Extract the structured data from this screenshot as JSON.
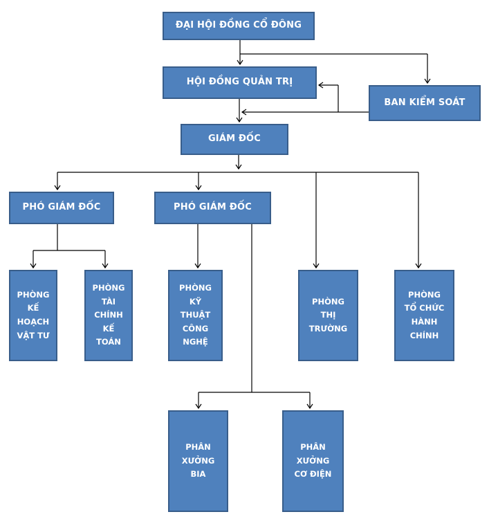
{
  "diagram": {
    "type": "org-chart",
    "language": "vi",
    "colors": {
      "node_fill": "#4f81bd",
      "node_border": "#385d8a",
      "node_text": "#ffffff",
      "connector": "#000000",
      "background": "#ffffff"
    },
    "nodes": {
      "dai_hoi_dong_co_dong": {
        "label": "ĐẠI HỘI ĐỒNG CỔ ĐÔNG"
      },
      "hoi_dong_quan_tri": {
        "label": "HỘI ĐỒNG QUẢN TRỊ"
      },
      "ban_kiem_soat": {
        "label": "BAN KIỂM SOÁT"
      },
      "giam_doc": {
        "label": "GIÁM ĐỐC"
      },
      "pho_giam_doc_1": {
        "label": "PHÓ GIÁM ĐỐC"
      },
      "pho_giam_doc_2": {
        "label": "PHÓ GIÁM ĐỐC"
      },
      "phong_ke_hoach_vat_tu": {
        "label": "PHÒNG\nKẾ\nHOẠCH\nVẬT TƯ"
      },
      "phong_tai_chinh_ke_toan": {
        "label": "PHÒNG\nTÀI\nCHÍNH\nKẾ\nTOÁN"
      },
      "phong_ky_thuat_cong_nghe": {
        "label": "PHÒNG\nKỸ\nTHUẬT\nCÔNG\nNGHỆ"
      },
      "phong_thi_truong": {
        "label": "PHÒNG\nTHỊ\nTRƯỜNG"
      },
      "phong_to_chuc_hanh_chinh": {
        "label": "PHÒNG\nTỔ CHỨC\nHÀNH\nCHÍNH"
      },
      "phan_xuong_bia": {
        "label": "PHÂN\nXƯỞNG\nBIA"
      },
      "phan_xuong_co_dien": {
        "label": "PHÂN\nXƯỞNG\nCƠ ĐIỆN"
      }
    },
    "edges": [
      {
        "from": "dai_hoi_dong_co_dong",
        "to": "hoi_dong_quan_tri"
      },
      {
        "from": "dai_hoi_dong_co_dong",
        "to": "ban_kiem_soat"
      },
      {
        "from": "ban_kiem_soat",
        "to": "hoi_dong_quan_tri"
      },
      {
        "from": "ban_kiem_soat",
        "to": "giam_doc"
      },
      {
        "from": "hoi_dong_quan_tri",
        "to": "giam_doc"
      },
      {
        "from": "giam_doc",
        "to": "pho_giam_doc_1"
      },
      {
        "from": "giam_doc",
        "to": "pho_giam_doc_2"
      },
      {
        "from": "giam_doc",
        "to": "phong_thi_truong"
      },
      {
        "from": "giam_doc",
        "to": "phong_to_chuc_hanh_chinh"
      },
      {
        "from": "pho_giam_doc_1",
        "to": "phong_ke_hoach_vat_tu"
      },
      {
        "from": "pho_giam_doc_1",
        "to": "phong_tai_chinh_ke_toan"
      },
      {
        "from": "pho_giam_doc_2",
        "to": "phong_ky_thuat_cong_nghe"
      },
      {
        "from": "pho_giam_doc_2",
        "to": "phan_xuong_bia"
      },
      {
        "from": "pho_giam_doc_2",
        "to": "phan_xuong_co_dien"
      }
    ]
  }
}
